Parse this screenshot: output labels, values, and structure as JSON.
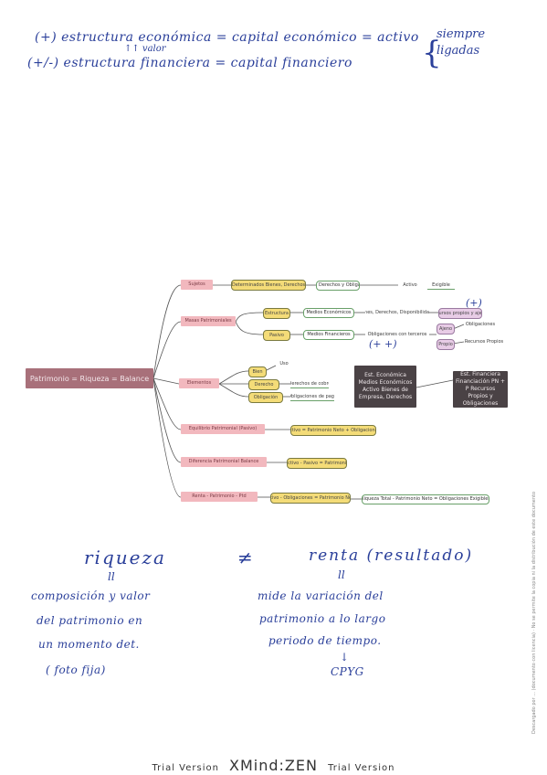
{
  "notes": {
    "line1": "(+) estructura económica = capital económico = activo",
    "line2": "(+/-) estructura financiera = capital financiero",
    "valor": "↑↑ valor",
    "brace": "{",
    "right_line1": "siempre",
    "right_line2": "ligadas"
  },
  "mindmap": {
    "central": "Patrimonio = Riqueza = Balance",
    "branches": {
      "b1": "Sujetos",
      "b2": "Masas Patrimoniales",
      "b3": "Elementos",
      "b4": "Equilibrio Patrimonial (Pasivo)",
      "b5": "Diferencia Patrimonial Balance",
      "b6": "Renta - Patrimonio - Ptd"
    },
    "nodes": {
      "n1": "Determinados Bienes, Derechos",
      "n2": "Bienes, Derechos y Obligaciones",
      "n3": "Activo",
      "n4": "Exigible",
      "n5": "Estructura",
      "n6": "Pasivo",
      "n7": "Medios Económicos",
      "n8": "Medios Financieros",
      "n9": "Bienes, Derechos, Disponibilidades",
      "n10": "Obligaciones con terceros",
      "n11": "Recursos propios y ajenos",
      "n12": "Ajeno",
      "n13": "Propio",
      "n14": "Obligaciones",
      "n15": "Recursos Propios",
      "n16": "Bien",
      "n17": "Derecho",
      "n18": "Obligación",
      "n19": "Uso",
      "n20": "Derechos de cobro",
      "n21": "Obligaciones de pago",
      "n22": "Est. Económica Medios Económicos Activo Bienes de Empresa, Derechos",
      "n23": "Est. Financiera Financiación PN + P Recursos Propios y Obligaciones",
      "n24": "Activo = Patrimonio Neto + Obligaciones",
      "n25": "Activo - Pasivo = Patrimonio",
      "n26": "Activo - Obligaciones = Patrimonio Neto",
      "n27": "Riqueza Total - Patrimonio Neto = Obligaciones Exigibles"
    },
    "annot1": "(+)",
    "annot2": "(+ +)"
  },
  "bottom": {
    "riqueza": "riqueza",
    "neq": "≠",
    "renta": "renta (resultado)",
    "eq_left": "ll",
    "eq_right": "ll",
    "left_l1": "composición y valor",
    "left_l2": "del patrimonio en",
    "left_l3": "un momento det.",
    "left_l4": "( foto fija)",
    "right_l1": "mide la variación del",
    "right_l2": "patrimonio a lo largo",
    "right_l3": "periodo de tiempo.",
    "arrow": "↓",
    "cpyg": "CPYG"
  },
  "side_text": "Descargado por ... (documento con licencia) · No se permite la copia ni la distribución de este documento",
  "footer": {
    "left": "Trial Version",
    "brand": "XMind:ZEN",
    "right": "Trial Version"
  }
}
